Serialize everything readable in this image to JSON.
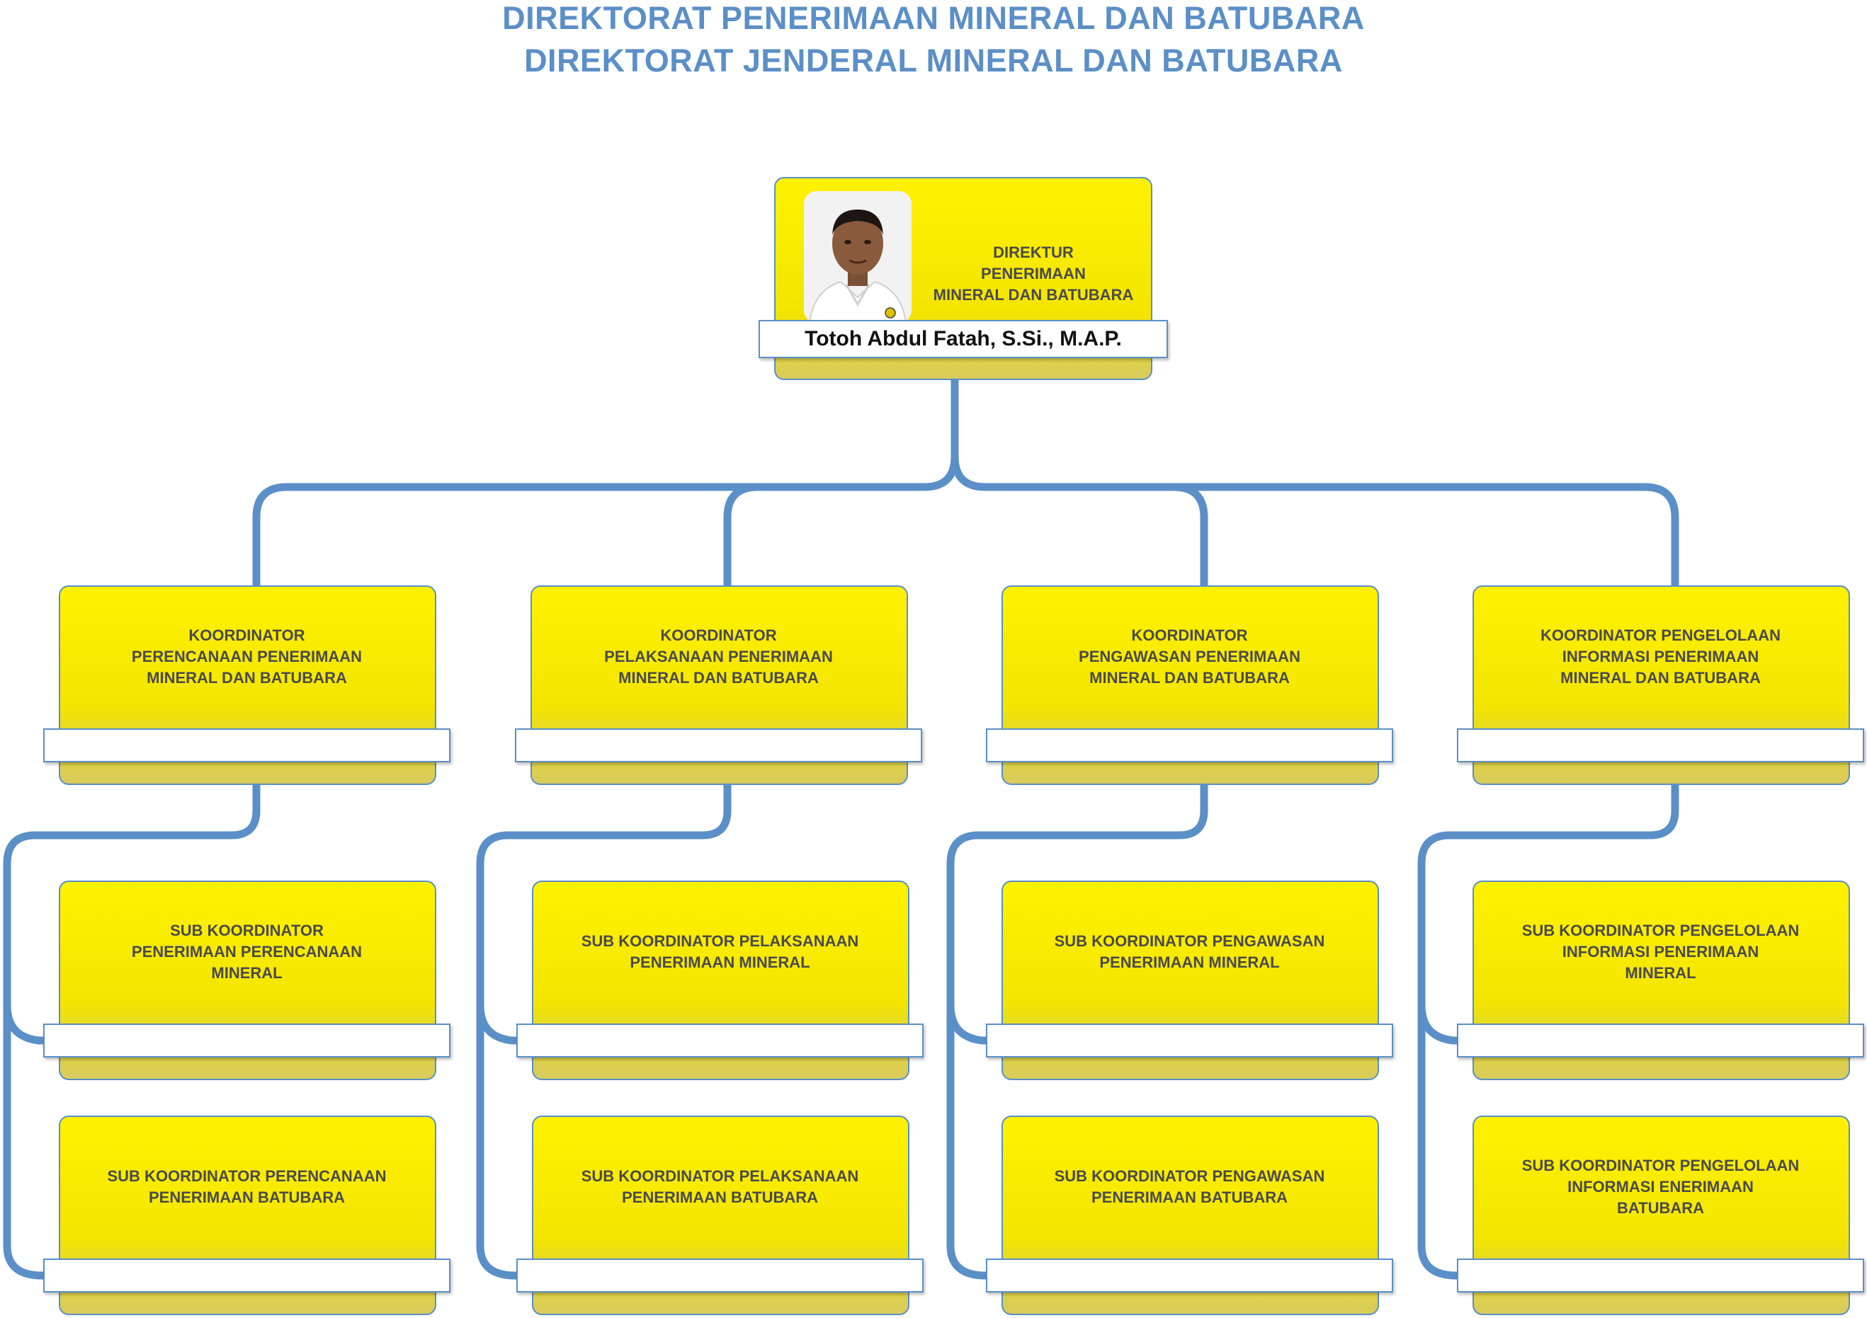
{
  "header": {
    "line1": "DIREKTORAT PENERIMAAN MINERAL  DAN BATUBARA",
    "line2": "DIREKTORAT JENDERAL MINERAL DAN BATUBARA"
  },
  "colors": {
    "title": "#5b8fc7",
    "connector": "#5b8fc7",
    "box_fill": "#fff200",
    "box_text": "#4a4a4a"
  },
  "director": {
    "title": "DIREKTUR\nPENERIMAAN\nMINERAL DAN BATUBARA",
    "name": "Totoh Abdul Fatah, S.Si., M.A.P."
  },
  "coordinators": [
    {
      "title": "KOORDINATOR\nPERENCANAAN PENERIMAAN\nMINERAL DAN BATUBARA",
      "subs": [
        "SUB KOORDINATOR\nPENERIMAAN PERENCANAAN\nMINERAL",
        "SUB KOORDINATOR PERENCANAAN\nPENERIMAAN BATUBARA"
      ]
    },
    {
      "title": "KOORDINATOR\nPELAKSANAAN PENERIMAAN\nMINERAL DAN BATUBARA",
      "subs": [
        "SUB KOORDINATOR PELAKSANAAN\nPENERIMAAN MINERAL",
        "SUB KOORDINATOR PELAKSANAAN\nPENERIMAAN BATUBARA"
      ]
    },
    {
      "title": "KOORDINATOR\nPENGAWASAN PENERIMAAN\nMINERAL DAN BATUBARA",
      "subs": [
        "SUB KOORDINATOR PENGAWASAN\nPENERIMAAN MINERAL",
        "SUB KOORDINATOR PENGAWASAN\nPENERIMAAN BATUBARA"
      ]
    },
    {
      "title": "KOORDINATOR PENGELOLAAN\nINFORMASI PENERIMAAN\nMINERAL DAN BATUBARA",
      "subs": [
        "SUB KOORDINATOR PENGELOLAAN\nINFORMASI PENERIMAAN\nMINERAL",
        "SUB KOORDINATOR PENGELOLAAN\nINFORMASI ENERIMAAN\nBATUBARA"
      ]
    }
  ]
}
